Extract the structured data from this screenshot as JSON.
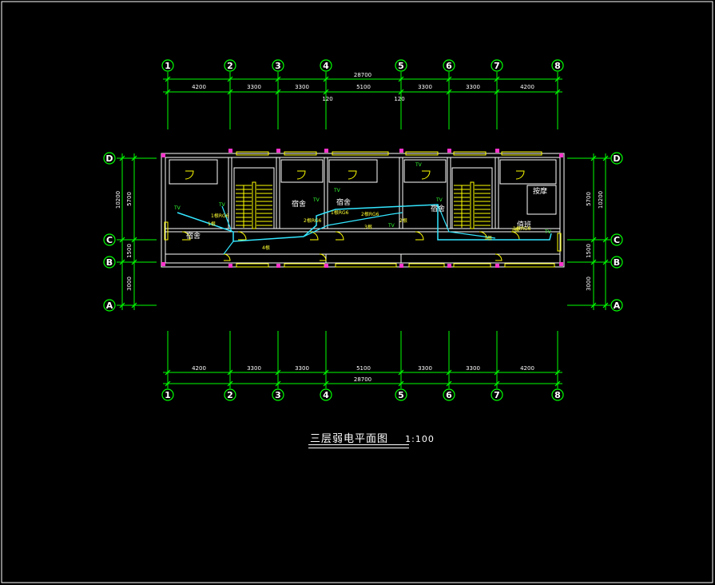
{
  "drawing": {
    "title": "三层弱电平面图",
    "scale": "1:100"
  },
  "colors": {
    "background": "#000000",
    "wall": "#ffffff",
    "dimension": "#00ff00",
    "window": "#ffff00",
    "column": "#ff33cc",
    "cable": "#33e6ff",
    "annotation": "#ffff33"
  },
  "axes_x": [
    "1",
    "2",
    "3",
    "4",
    "5",
    "6",
    "7",
    "8"
  ],
  "axes_y": [
    "D",
    "C",
    "B",
    "A"
  ],
  "dims_x": {
    "total": "28700",
    "spans": [
      "4200",
      "3300",
      "3300",
      "5100",
      "3300",
      "3300",
      "4200"
    ],
    "top_extra": [
      "120",
      "120"
    ]
  },
  "dims_y": {
    "total": "10200",
    "spans": [
      "5700",
      "1500",
      "3000"
    ]
  },
  "rooms": [
    {
      "name": "宿舍"
    },
    {
      "name": "宿舍"
    },
    {
      "name": "宿舍"
    },
    {
      "name": "宿舍"
    },
    {
      "name": "值班"
    },
    {
      "name": "按摩"
    }
  ],
  "annotations": [
    "1根RG6",
    "1根",
    "4根",
    "2根RG6",
    "1根RG6",
    "2根RG6",
    "3根",
    "2根",
    "1根",
    "1根RG6",
    "1根",
    "TV",
    "TV",
    "TV",
    "TV",
    "TV",
    "TV",
    "TV",
    "TV"
  ]
}
